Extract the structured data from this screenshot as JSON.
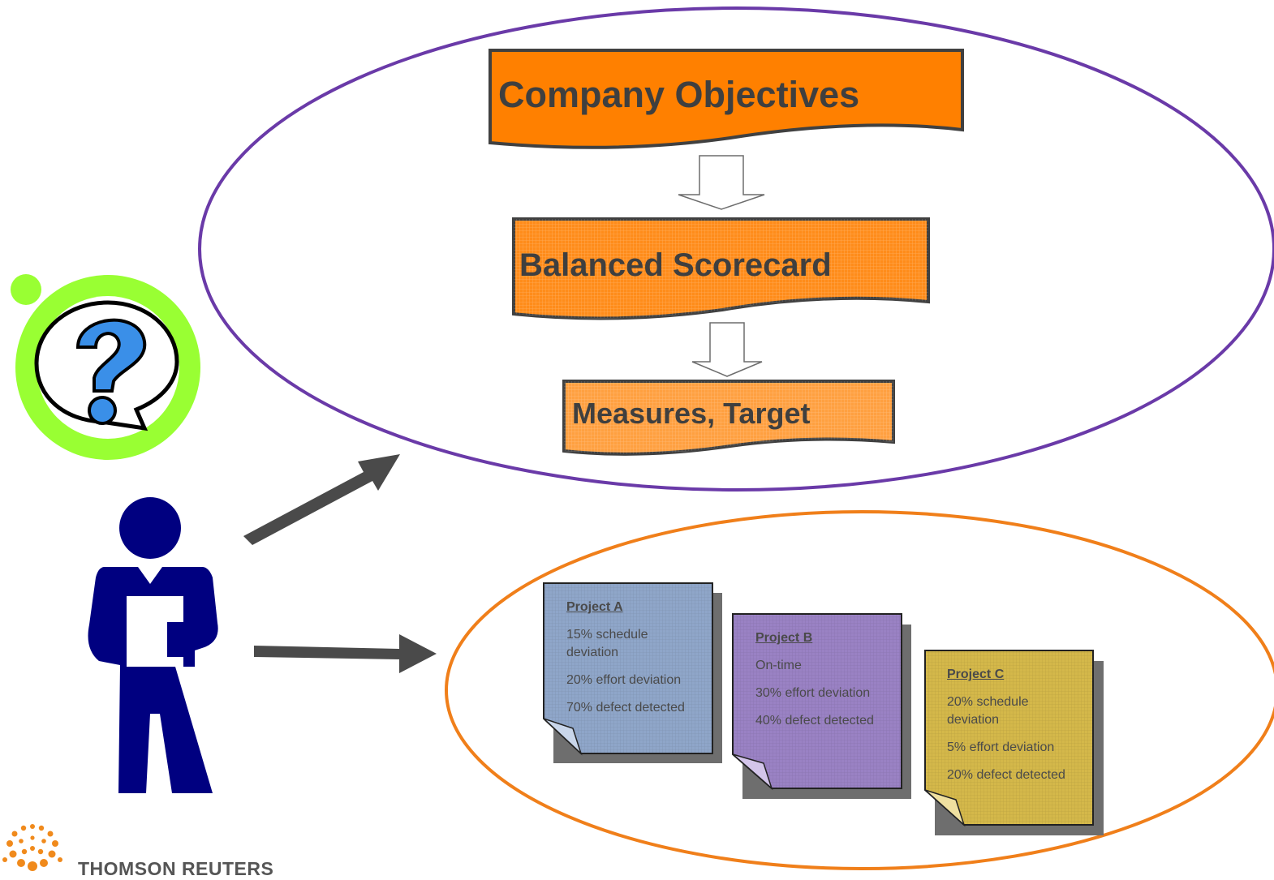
{
  "flow": {
    "objectives": "Company Objectives",
    "scorecard": "Balanced Scorecard",
    "measures": "Measures, Target"
  },
  "projects": [
    {
      "title": "Project A",
      "lines": [
        "15% schedule deviation",
        "20% effort deviation",
        "70% defect detected"
      ]
    },
    {
      "title": "Project B",
      "lines": [
        "On-time",
        "30% effort deviation",
        "40% defect detected"
      ]
    },
    {
      "title": "Project C",
      "lines": [
        "20% schedule deviation",
        "5% effort deviation",
        "20% defect detected"
      ]
    }
  ],
  "logo": {
    "text": "THOMSON REUTERS"
  },
  "colors": {
    "strategy_ellipse": "#6a3aa8",
    "projects_ellipse": "#f07f1a",
    "objectives_fill": "#ff8000",
    "scorecard_fill": "#ff8c1a",
    "measures_fill": "#ffa040",
    "person": "#000080",
    "question_ring": "#99ff33",
    "question_mark": "#3a8fe8",
    "note_a": "#8fa6c9",
    "note_b": "#9a82c4",
    "note_c": "#d4b84a",
    "logo_orange": "#f08a1c"
  }
}
